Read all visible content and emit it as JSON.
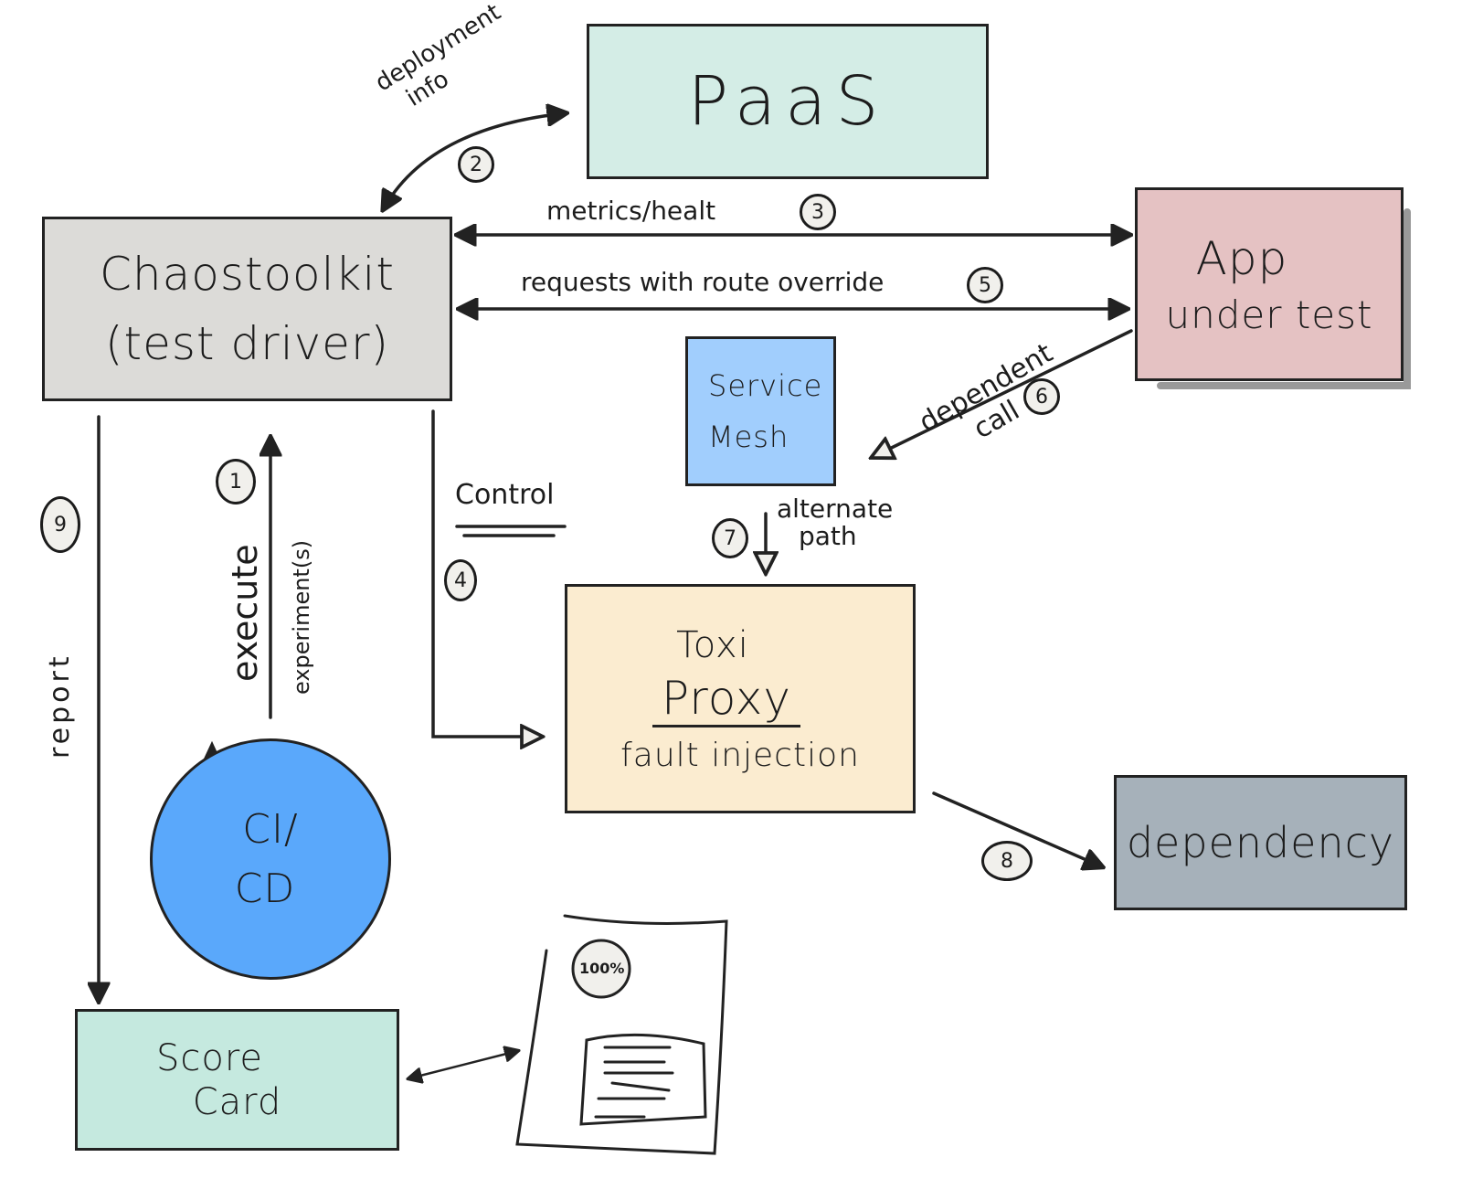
{
  "colors": {
    "paas": "#d4ede6",
    "chaostoolkit": "#dcdbd8",
    "app": "#e5c2c3",
    "service_mesh": "#a1cefd",
    "toxiproxy": "#fbecd0",
    "ci_cd": "#5aa8fb",
    "dependency": "#a6b1ba",
    "scorecard": "#c5e9df",
    "badge": "#f1f0ec",
    "ink": "#1c1c1c"
  },
  "nodes": {
    "paas": {
      "label": "PaaS"
    },
    "chaostoolkit": {
      "line1": "Chaostoolkit",
      "line2": "(test driver)"
    },
    "app": {
      "line1": "App",
      "line2": "under test"
    },
    "service_mesh": {
      "line1": "Service",
      "line2": "Mesh"
    },
    "toxiproxy": {
      "line1": "Toxi",
      "line2": "Proxy",
      "line3": "fault injection"
    },
    "ci_cd": {
      "line1": "CI/",
      "line2": "CD"
    },
    "dependency": {
      "label": "dependency"
    },
    "scorecard": {
      "line1": "Score",
      "line2": "Card"
    },
    "report_doc": {
      "score": "100%"
    }
  },
  "edges": {
    "e1": {
      "step": "1",
      "label": "execute",
      "sublabel": "experiment(s)"
    },
    "e2": {
      "step": "2",
      "label_line1": "deployment",
      "label_line2": "info"
    },
    "e3": {
      "step": "3",
      "label": "metrics/healt"
    },
    "e4": {
      "step": "4",
      "label": "Control"
    },
    "e5": {
      "step": "5",
      "label": "requests with route override"
    },
    "e6": {
      "step": "6",
      "label_line1": "dependent",
      "label_line2": "call"
    },
    "e7": {
      "step": "7",
      "label_line1": "alternate",
      "label_line2": "path"
    },
    "e8": {
      "step": "8"
    },
    "e9": {
      "step": "9",
      "label": "report"
    }
  }
}
